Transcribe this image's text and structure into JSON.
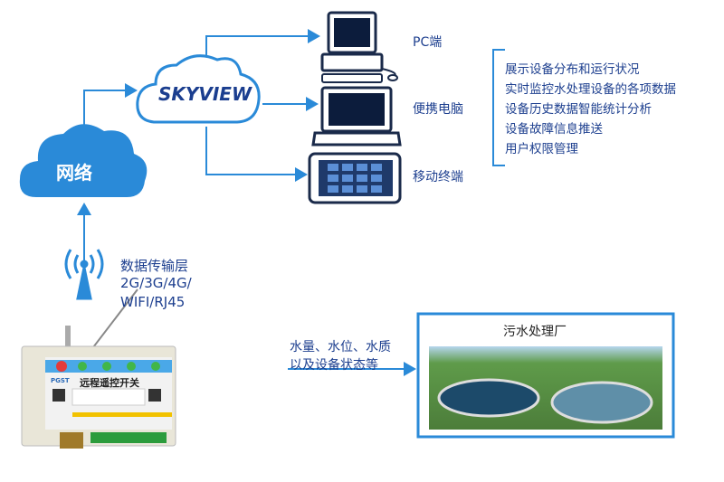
{
  "network": {
    "label": "网络"
  },
  "platform": {
    "logo_text": "SKYVIEW"
  },
  "terminals": {
    "pc": "PC端",
    "laptop": "便携电脑",
    "mobile": "移动终端"
  },
  "features": [
    "展示设备分布和运行状况",
    "实时监控水处理设备的各项数据",
    "设备历史数据智能统计分析",
    "设备故障信息推送",
    "用户权限管理"
  ],
  "transport": {
    "title": "数据传输层",
    "line1": "2G/3G/4G/",
    "line2": "WIFI/RJ45"
  },
  "device": {
    "title": "远程遥控开关",
    "brand": "PGST"
  },
  "plant": {
    "title": "污水处理厂",
    "desc1": "水量、水位、水质",
    "desc2": "以及设备状态等"
  },
  "colors": {
    "accent": "#2a8ad8",
    "text": "#1d3f8f"
  }
}
